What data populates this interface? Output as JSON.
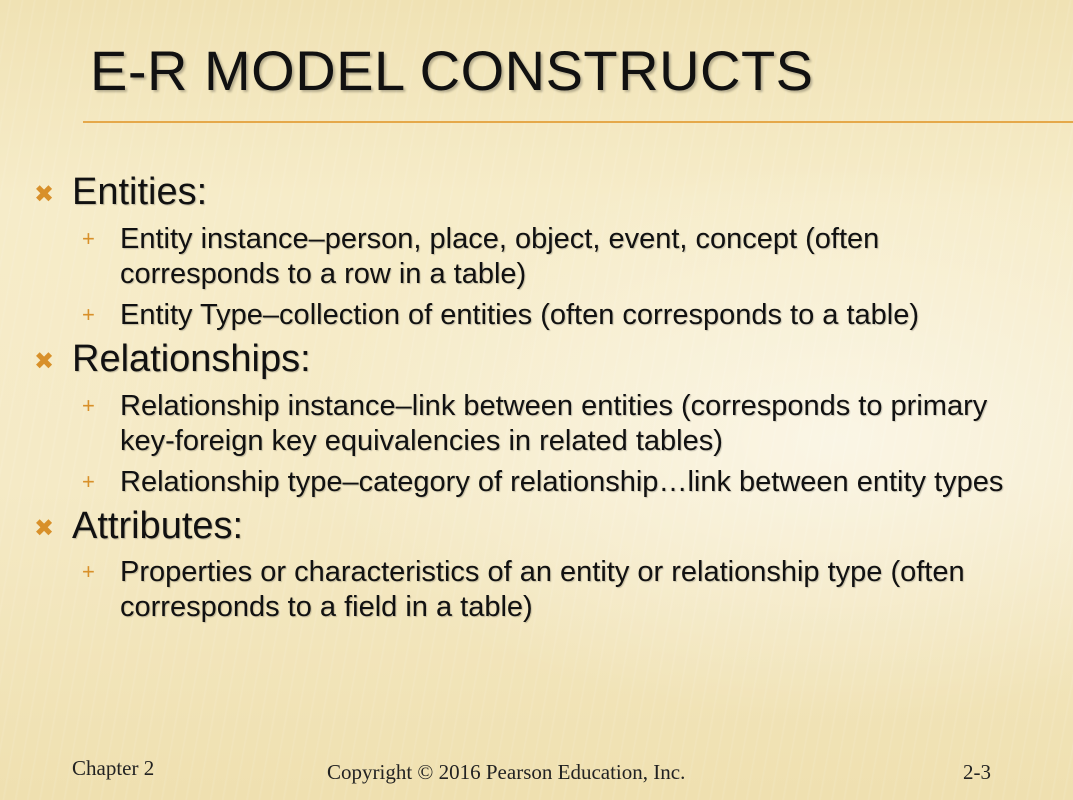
{
  "slide": {
    "title": "E-R MODEL CONSTRUCTS",
    "bullets": [
      {
        "marker": "✖",
        "label": "Entities:",
        "sub": [
          {
            "marker": "+",
            "text": "Entity instance–person, place, object, event, concept (often corresponds to a row in a table)"
          },
          {
            "marker": "+",
            "text": "Entity Type–collection of entities (often corresponds to a table)"
          }
        ]
      },
      {
        "marker": "✖",
        "label": "Relationships:",
        "sub": [
          {
            "marker": "+",
            "text": "Relationship instance–link between entities (corresponds to primary key-foreign key equivalencies in related tables)"
          },
          {
            "marker": "+",
            "text": "Relationship type–category of relationship…link between entity types"
          }
        ]
      },
      {
        "marker": "✖",
        "label": "Attributes:",
        "sub": [
          {
            "marker": "+",
            "text": "Properties or characteristics of an entity or relationship type (often corresponds to a field in a table)"
          }
        ]
      }
    ]
  },
  "footer": {
    "chapter": "Chapter 2",
    "copyright": "Copyright © 2016 Pearson Education, Inc.",
    "page": "2-3"
  },
  "colors": {
    "accent": "#d8902a",
    "rule": "#e5a84a",
    "text": "#111111"
  }
}
